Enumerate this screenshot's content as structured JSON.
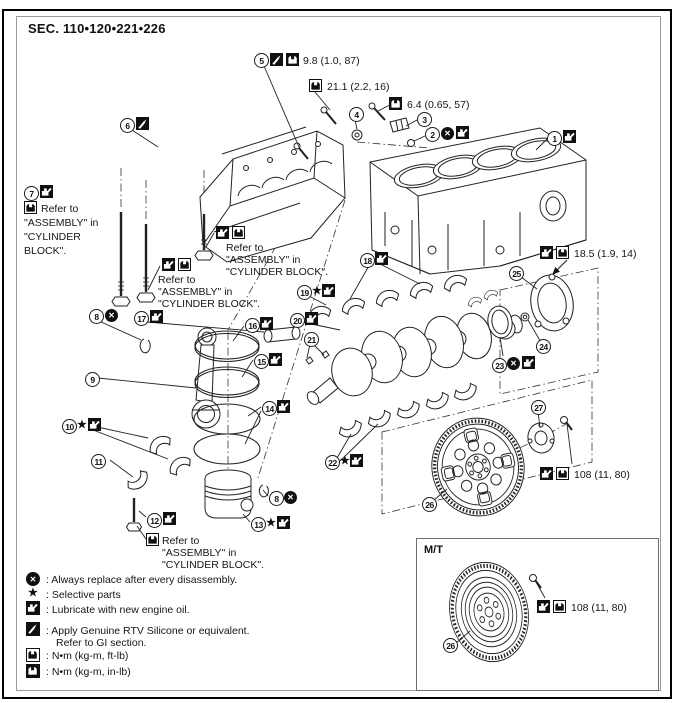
{
  "page": {
    "sec_title": "SEC. 110•120•221•226",
    "mt_label": "M/T"
  },
  "symbols": {
    "star": "★",
    "x": "✕"
  },
  "callouts": {
    "c1": "1",
    "c2": "2",
    "c3": "3",
    "c4": "4",
    "c5": "5",
    "c6": "6",
    "c7": "7",
    "c8": "8",
    "c9": "9",
    "c10": "10",
    "c11": "11",
    "c12": "12",
    "c13": "13",
    "c14": "14",
    "c15": "15",
    "c16": "16",
    "c17": "17",
    "c18": "18",
    "c19": "19",
    "c20": "20",
    "c21": "21",
    "c22": "22",
    "c23": "23",
    "c24": "24",
    "c25": "25",
    "c26": "26",
    "c27": "27"
  },
  "specs": {
    "s1": "9.8 (1.0, 87)",
    "s2": "21.1 (2.2, 16)",
    "s3": "6.4 (0.65, 57)",
    "s4": "18.5 (1.9, 14)",
    "s5": "108 (11, 80)"
  },
  "notes": {
    "a": {
      "l1": "Refer to",
      "l2": "\"ASSEMBLY\" in",
      "l3": "\"CYLINDER",
      "l4": "BLOCK\"."
    },
    "b": {
      "l1": "Refer to",
      "l2": "\"ASSEMBLY\" in",
      "l3": "\"CYLINDER BLOCK\"."
    },
    "c": {
      "l1": "Refer to",
      "l2": "\"ASSEMBLY\" in",
      "l3": "\"CYLINDER BLOCK\"."
    },
    "d": {
      "l1": "Refer to",
      "l2": "\"ASSEMBLY\" in",
      "l3": "\"CYLINDER BLOCK\"."
    }
  },
  "legend": {
    "replace": ": Always replace after every disassembly.",
    "selective": ": Selective parts",
    "oil": ": Lubricate with new engine oil.",
    "rtv1": ": Apply Genuine RTV Silicone or equivalent.",
    "rtv2": "Refer to GI section.",
    "ftlb": ": N•m (kg-m, ft-lb)",
    "inlb": ": N•m (kg-m, in-lb)"
  }
}
